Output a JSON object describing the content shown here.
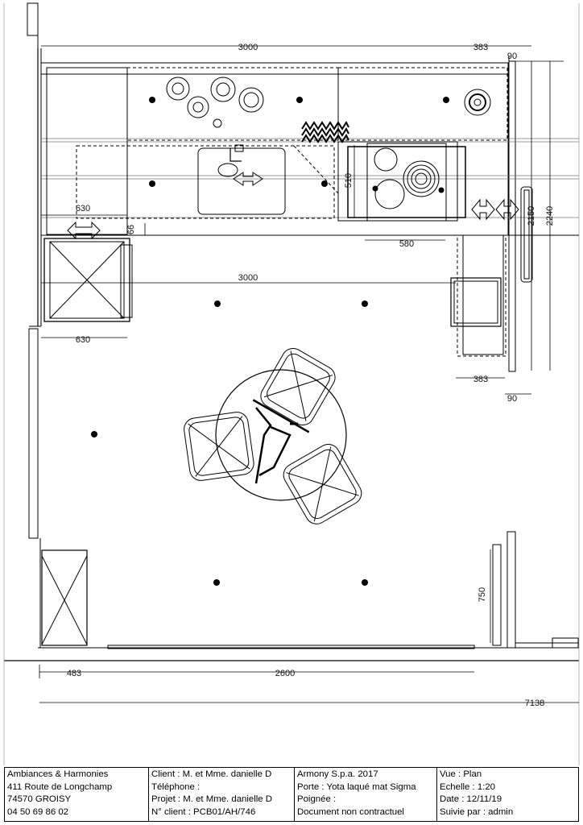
{
  "drawing": {
    "dimensions": {
      "top_width": "3000",
      "top_right_offset": "383",
      "top_right_small": "90",
      "left_depth": "630",
      "kick_gap": "66",
      "hob_depth": "510",
      "hob_width": "580",
      "room_mid_width": "3000",
      "tall_unit_width": "630",
      "right_height_inner": "2150",
      "right_height_outer": "2240",
      "right_bottom_offset": "383",
      "right_bottom_small": "90",
      "door_height": "750",
      "bottom_left": "483",
      "bottom_mid": "2600",
      "bottom_total": "7138"
    }
  },
  "title_block": {
    "company": {
      "name": "Ambiances & Harmonies",
      "address": "411 Route de Longchamp",
      "city": "74570 GROISY",
      "phone": "04 50 69 86 02"
    },
    "client": {
      "client": "Client :  M. et Mme. danielle D",
      "telephone": "Téléphone :",
      "projet": "Projet : M. et Mme. danielle D",
      "numero": "N° client : PCB01/AH/746"
    },
    "product": {
      "brand": "Armony S.p.a. 2017",
      "porte": "Porte : Yota laqué mat Sigma",
      "poignee": "Poignée :",
      "document": "Document non contractuel"
    },
    "view": {
      "vue": "Vue : Plan",
      "echelle": "Echelle : 1:20",
      "date": "Date : 12/11/19",
      "suivi": "Suivie par : admin"
    }
  }
}
